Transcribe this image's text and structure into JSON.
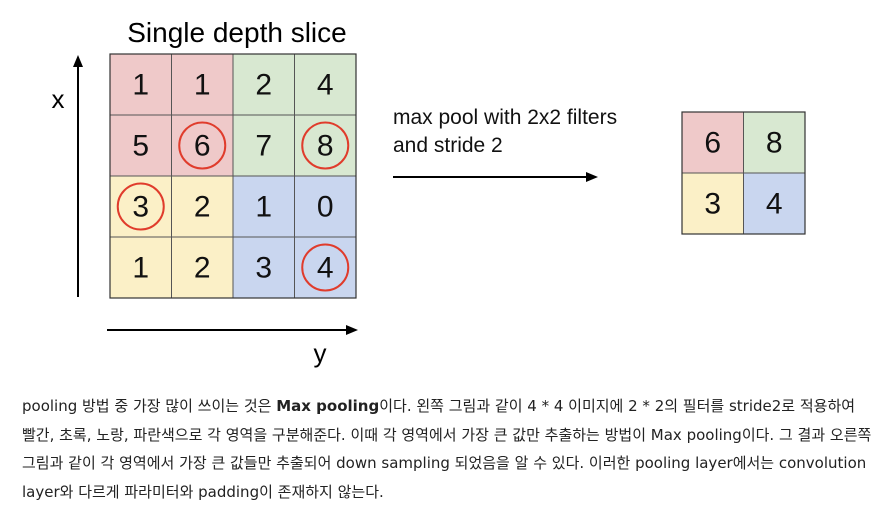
{
  "title": "Single depth slice",
  "axes": {
    "x_label": "x",
    "y_label": "y"
  },
  "input_grid": [
    [
      "1",
      "1",
      "2",
      "4"
    ],
    [
      "5",
      "6",
      "7",
      "8"
    ],
    [
      "3",
      "2",
      "1",
      "0"
    ],
    [
      "1",
      "2",
      "3",
      "4"
    ]
  ],
  "input_circled": [
    [
      1,
      1
    ],
    [
      1,
      3
    ],
    [
      2,
      0
    ],
    [
      3,
      3
    ]
  ],
  "quadrant_colors": [
    "#efc9c9",
    "#d8e8d1",
    "#fbf0c7",
    "#c9d6ef"
  ],
  "circle_color": "#e03c2c",
  "annotation": {
    "line1": "max pool with 2x2 filters",
    "line2": "and stride 2"
  },
  "output_grid": [
    [
      "6",
      "8"
    ],
    [
      "3",
      "4"
    ]
  ],
  "description": {
    "p1_a": "pooling 방법 중 가장 많이 쓰이는 것은 ",
    "p1_bold": "Max pooling",
    "p1_b": "이다. 왼쪽 그림과 같이 4 * 4 이미지에 2 * 2의 필터를 stride2로 적용하여 빨간, 초록, 노랑, 파란색으로 각 영역을 구분해준다. 이때 각 영역에서 가장 큰 값만 추출하는 방법이 Max pooling이다. 그 결과 오른쪽 그림과 같이 각 영역에서 가장 큰 값들만 추출되어 down sampling 되었음을 알 수 있다. 이러한 pooling layer에서는 convolution layer와 다르게 파라미터와 padding이 존재하지 않는다."
  }
}
